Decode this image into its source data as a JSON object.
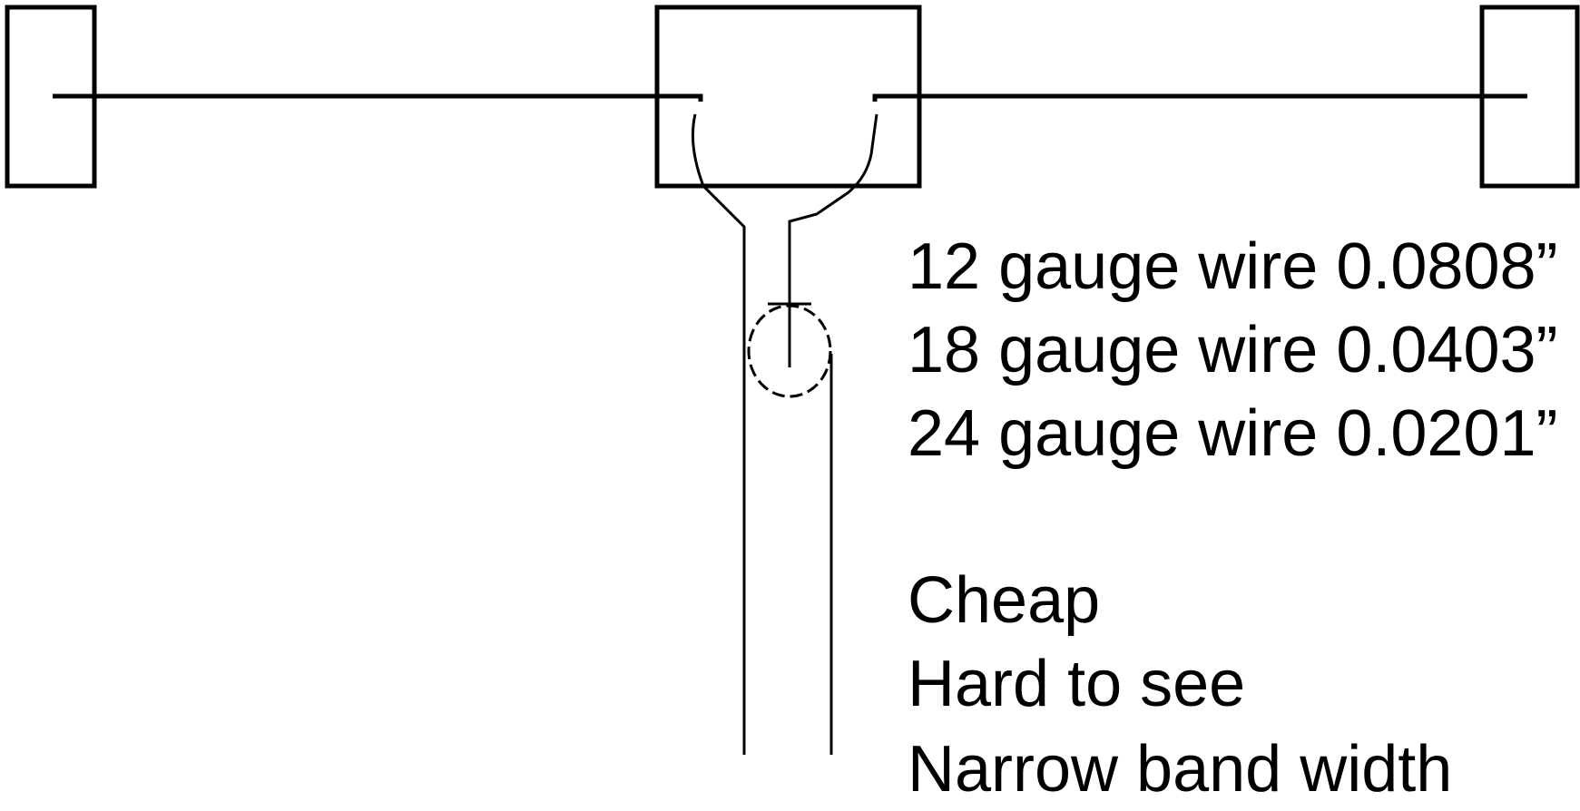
{
  "colors": {
    "stroke": "#000000",
    "background": "#ffffff"
  },
  "spec_lines": [
    "12 gauge wire 0.0808”",
    "18 gauge wire 0.0403”",
    "24 gauge wire 0.0201”"
  ],
  "properties": [
    "Cheap",
    "Hard to see",
    "Narrow band width"
  ]
}
